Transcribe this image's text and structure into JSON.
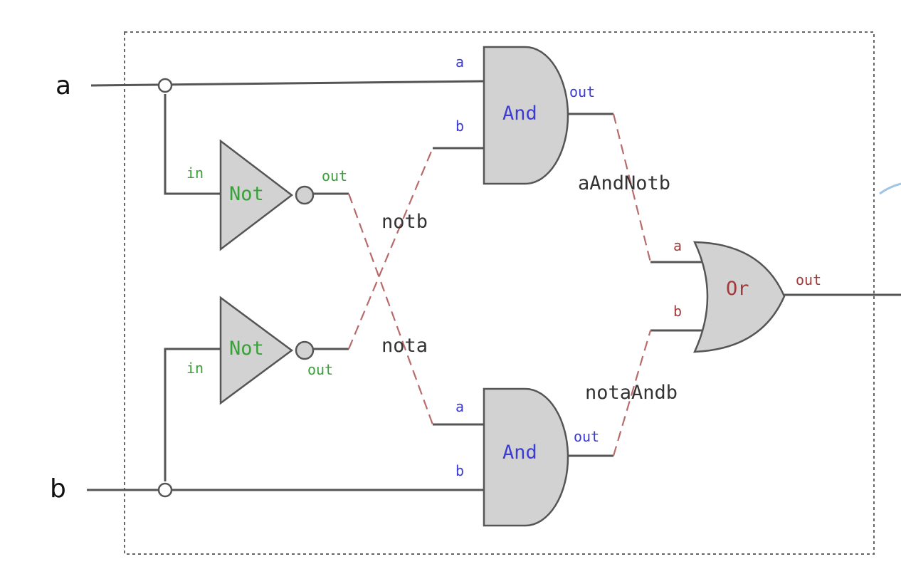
{
  "inputs": {
    "a": "a",
    "b": "b"
  },
  "gates": {
    "not1": {
      "name": "Not",
      "in": "in",
      "out": "out"
    },
    "not2": {
      "name": "Not",
      "in": "in",
      "out": "out"
    },
    "and1": {
      "name": "And",
      "a": "a",
      "b": "b",
      "out": "out"
    },
    "and2": {
      "name": "And",
      "a": "a",
      "b": "b",
      "out": "out"
    },
    "or1": {
      "name": "Or",
      "a": "a",
      "b": "b",
      "out": "out"
    }
  },
  "wires": {
    "notb": "notb",
    "nota": "nota",
    "aAndNotb": "aAndNotb",
    "notaAndb": "notaAndb"
  },
  "colors": {
    "and_labels": "#3b3bd6",
    "not_labels": "#3aa03a",
    "or_labels": "#a23a3a",
    "internal_wire": "#b86b6b"
  }
}
